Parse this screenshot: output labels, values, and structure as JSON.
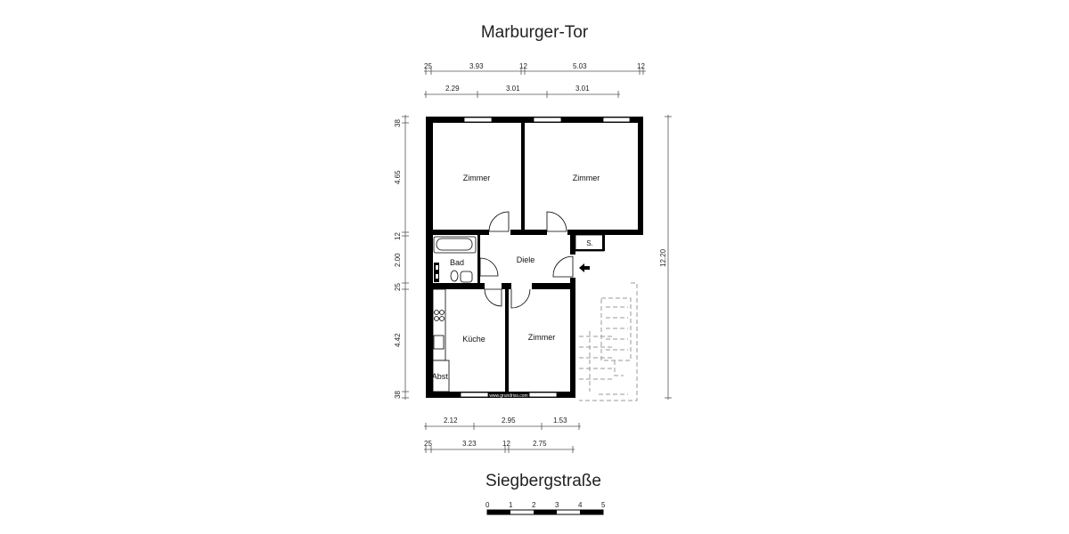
{
  "streets": {
    "top": "Marburger-Tor",
    "bottom": "Siegbergstraße"
  },
  "rooms": {
    "zimmer_left": "Zimmer",
    "zimmer_right": "Zimmer",
    "bad": "Bad",
    "diele": "Diele",
    "s": "S.",
    "kueche": "Küche",
    "zimmer_bottom": "Zimmer",
    "abst": "Abst."
  },
  "watermark": "www.grundriss.com",
  "dimensions": {
    "top_row1": [
      "25",
      "3.93",
      "12",
      "5.03",
      "12"
    ],
    "top_row2": [
      "2.29",
      "3.01",
      "3.01"
    ],
    "left": [
      "38",
      "4.65",
      "12",
      "2.00",
      "25",
      "4.42",
      "38"
    ],
    "right": "12.20",
    "bottom_row1": [
      "2.12",
      "2.95",
      "1.53"
    ],
    "bottom_row2": [
      "25",
      "3.23",
      "12",
      "2.75"
    ]
  },
  "scale_bar": {
    "labels": [
      "0",
      "1",
      "2",
      "3",
      "4",
      "5"
    ],
    "unit_colors": [
      "#000000",
      "#ffffff"
    ]
  }
}
